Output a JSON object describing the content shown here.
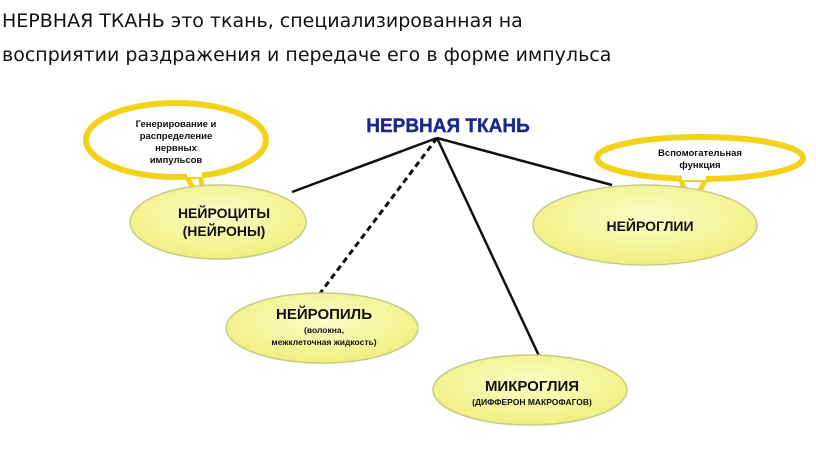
{
  "heading": {
    "line1": "НЕРВНАЯ ТКАНЬ это ткань, специализированная на",
    "line2": "восприятии раздражения и передаче его в форме импульса"
  },
  "diagram": {
    "root": "НЕРВНАЯ ТКАНЬ",
    "neurocytes": {
      "line1": "НЕЙРОЦИТЫ",
      "line2": "(НЕЙРОНЫ)"
    },
    "neurocytes_callout": [
      "Генерирование и",
      "распределение",
      "нервных",
      "импульсов"
    ],
    "neuroglia": "НЕЙРОГЛИИ",
    "neuroglia_callout": [
      "Вспомогательная",
      "функция"
    ],
    "neuropil": {
      "title": "НЕЙРОПИЛЬ",
      "line1": "(волокна,",
      "line2": "межклеточная жидкость)"
    },
    "microglia": {
      "title": "МИКРОГЛИЯ",
      "sub": "(ДИФФЕРОН МАКРОФАГОВ)"
    },
    "colors": {
      "fill": "#f6f7a6",
      "callout": "#f2d21a",
      "title": "#1a2a8a"
    }
  }
}
